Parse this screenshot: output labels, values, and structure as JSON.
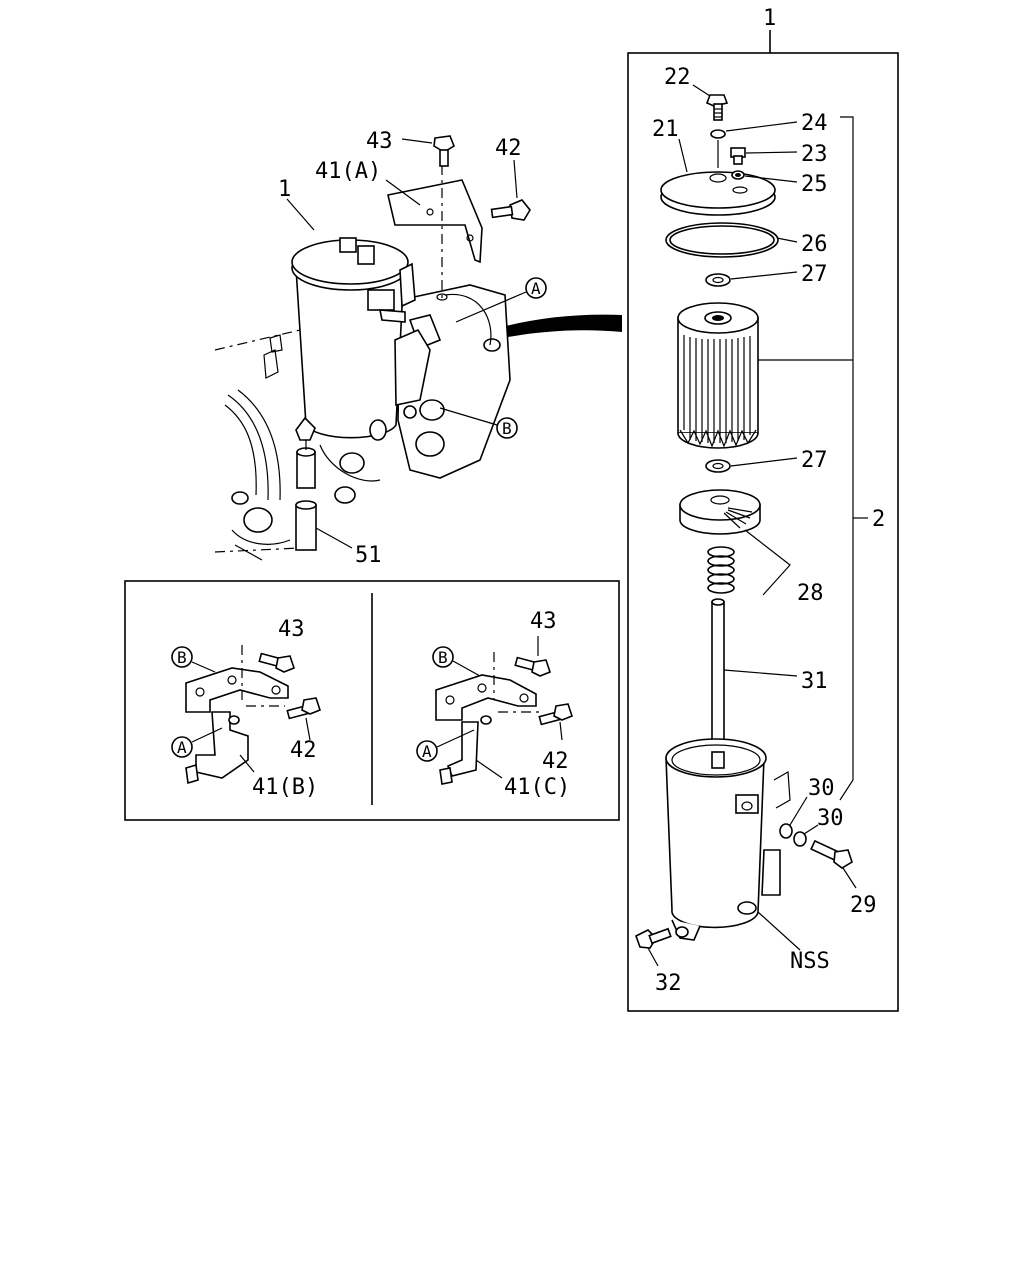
{
  "callouts": {
    "c1_top": "1",
    "c1_main": "1",
    "c2": "2",
    "c21": "21",
    "c22": "22",
    "c23": "23",
    "c24": "24",
    "c25": "25",
    "c26": "26",
    "c27_upper": "27",
    "c27_lower": "27",
    "c28": "28",
    "c29": "29",
    "c30_a": "30",
    "c30_b": "30",
    "c31": "31",
    "c32": "32",
    "nss": "NSS",
    "c41a": "41(A)",
    "c41b": "41(B)",
    "c41c": "41(C)",
    "c42_main": "42",
    "c42_b": "42",
    "c42_c": "42",
    "c43_main": "43",
    "c43_b": "43",
    "c43_c": "43",
    "c51": "51"
  },
  "markers": {
    "a_main": "A",
    "b_main": "B",
    "a_inset_b": "A",
    "b_inset_b": "B",
    "a_inset_c": "A",
    "b_inset_c": "B"
  }
}
